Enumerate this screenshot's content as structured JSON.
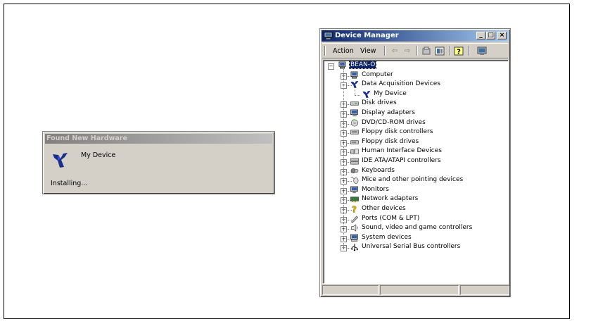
{
  "found_new_hardware": {
    "title": "Found New Hardware",
    "device_name": "My Device",
    "status": "Installing..."
  },
  "device_manager": {
    "title": "Device Manager",
    "window_buttons": {
      "minimize": "_",
      "maximize": "□",
      "close": "×"
    },
    "menu": {
      "action": "Action",
      "view": "View"
    },
    "tree": {
      "root": "BEAN-O",
      "items": [
        {
          "label": "Computer",
          "icon": "computer-icon",
          "expanded": false
        },
        {
          "label": "Data Acquisition Devices",
          "icon": "daq-icon",
          "expanded": true,
          "children": [
            {
              "label": "My Device",
              "icon": "daq-icon"
            }
          ]
        },
        {
          "label": "Disk drives",
          "icon": "disk-drive-icon",
          "expanded": false
        },
        {
          "label": "Display adapters",
          "icon": "display-adapter-icon",
          "expanded": false
        },
        {
          "label": "DVD/CD-ROM drives",
          "icon": "cdrom-icon",
          "expanded": false
        },
        {
          "label": "Floppy disk controllers",
          "icon": "floppy-controller-icon",
          "expanded": false
        },
        {
          "label": "Floppy disk drives",
          "icon": "floppy-drive-icon",
          "expanded": false
        },
        {
          "label": "Human Interface Devices",
          "icon": "hid-icon",
          "expanded": false
        },
        {
          "label": "IDE ATA/ATAPI controllers",
          "icon": "ide-controller-icon",
          "expanded": false
        },
        {
          "label": "Keyboards",
          "icon": "keyboard-icon",
          "expanded": false
        },
        {
          "label": "Mice and other pointing devices",
          "icon": "mouse-icon",
          "expanded": false
        },
        {
          "label": "Monitors",
          "icon": "monitor-icon",
          "expanded": false
        },
        {
          "label": "Network adapters",
          "icon": "network-adapter-icon",
          "expanded": false
        },
        {
          "label": "Other devices",
          "icon": "question-icon",
          "expanded": false
        },
        {
          "label": "Ports (COM & LPT)",
          "icon": "port-icon",
          "expanded": false
        },
        {
          "label": "Sound, video and game controllers",
          "icon": "speaker-icon",
          "expanded": false
        },
        {
          "label": "System devices",
          "icon": "system-device-icon",
          "expanded": false
        },
        {
          "label": "Universal Serial Bus controllers",
          "icon": "usb-icon",
          "expanded": false
        }
      ]
    },
    "colors": {
      "title_active": "#0a246a",
      "title_inactive": "#808080",
      "face": "#d4d0c8"
    }
  }
}
